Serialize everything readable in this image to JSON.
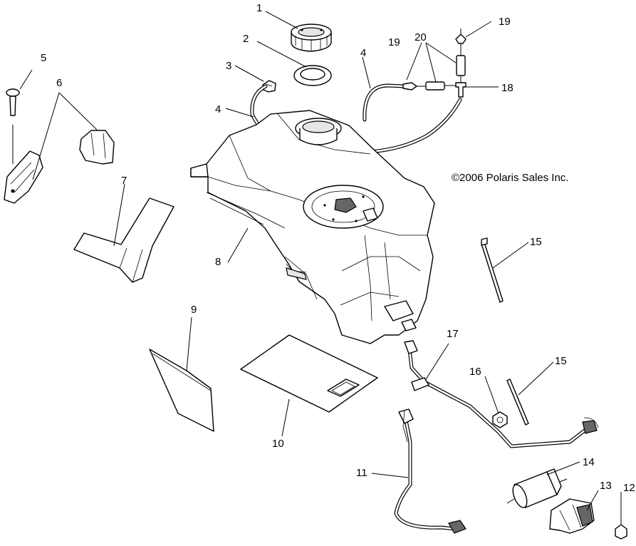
{
  "copyright": "©2006 Polaris Sales Inc.",
  "callouts": {
    "c1": "1",
    "c2": "2",
    "c3": "3",
    "c4a": "4",
    "c4b": "4",
    "c5": "5",
    "c6": "6",
    "c7": "7",
    "c8": "8",
    "c9": "9",
    "c10": "10",
    "c11": "11",
    "c12": "12",
    "c13": "13",
    "c14": "14",
    "c15a": "15",
    "c15b": "15",
    "c16": "16",
    "c17": "17",
    "c18": "18",
    "c19a": "19",
    "c19b": "19",
    "c20": "20"
  }
}
